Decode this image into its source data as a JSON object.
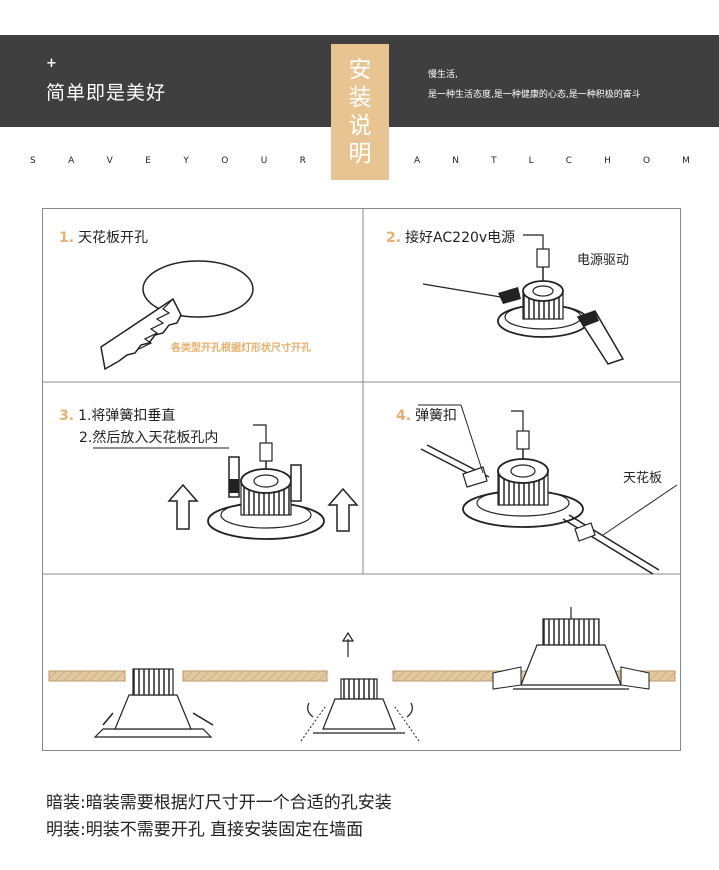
{
  "header": {
    "plus": "+",
    "slogan": "简单即是美好",
    "badge_chars": [
      "安",
      "装",
      "说",
      "明"
    ],
    "right_line1": "慢生活,",
    "right_line2": "是一种生活态度,是一种健康的心态,是一种积极的奋斗",
    "letters_left": [
      "S",
      "A",
      "V",
      "E",
      "Y",
      "O",
      "U",
      "R"
    ],
    "letters_right": [
      "A",
      "N",
      "T",
      "L",
      "C",
      "H",
      "O",
      "M"
    ]
  },
  "panels": {
    "p1": {
      "num": "1.",
      "title": "天花板开孔",
      "note": "各类型开孔根据灯形状尺寸开孔"
    },
    "p2": {
      "num": "2.",
      "title": "接好AC220v电源",
      "label": "电源驱动"
    },
    "p3": {
      "num": "3.",
      "line1": "1.将弹簧扣垂直",
      "line2": "2.然后放入天花板孔内"
    },
    "p4": {
      "num": "4.",
      "title": "弹簧扣",
      "label": "天花板"
    }
  },
  "footer": {
    "line1": "暗装:暗装需要根据灯尺寸开一个合适的孔安装",
    "line2": "明装:明装不需要开孔 直接安装固定在墙面"
  },
  "colors": {
    "banner": "#3f3f3f",
    "badge": "#e8c493",
    "accent": "#e8b06f",
    "wood": "#e2c9a2"
  }
}
